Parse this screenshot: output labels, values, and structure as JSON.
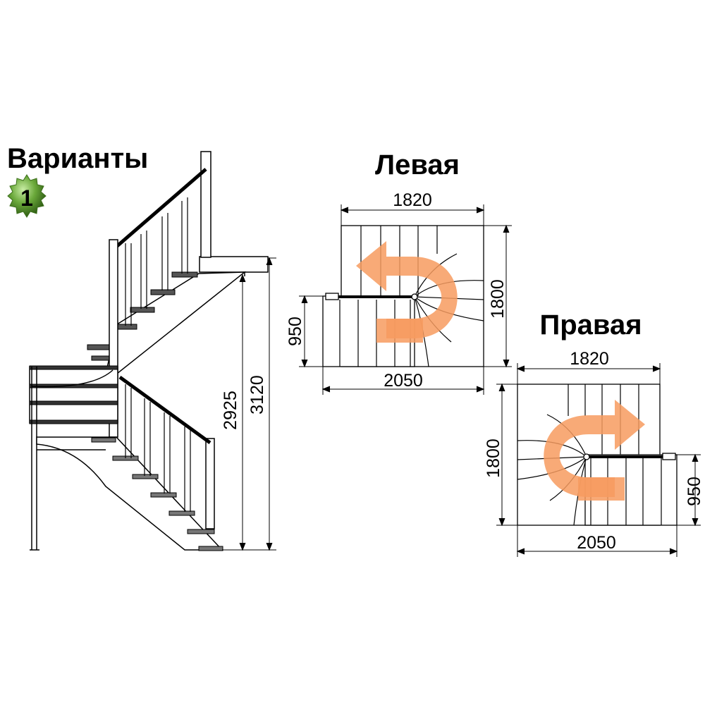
{
  "title": "Варианты",
  "badge": "1",
  "side_view": {
    "height_total": "3120",
    "height_floor": "2925"
  },
  "left_plan": {
    "label": "Левая",
    "width_top": "1820",
    "width_bottom": "2050",
    "height": "1800",
    "landing_depth": "950"
  },
  "right_plan": {
    "label": "Правая",
    "width_top": "1820",
    "width_bottom": "2050",
    "height": "1800",
    "landing_depth": "950"
  },
  "colors": {
    "arrow": "#f79b5f",
    "badge": "#5e9a32",
    "lines": "#000000"
  }
}
